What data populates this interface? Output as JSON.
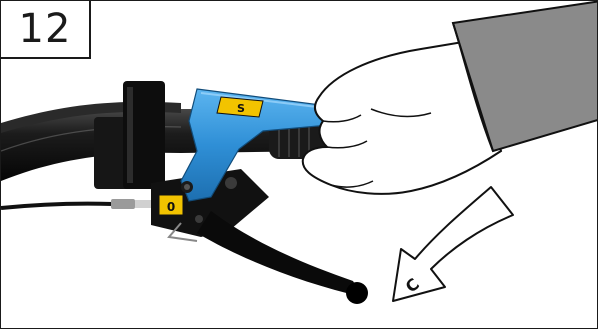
{
  "step": {
    "number": "12"
  },
  "labels": {
    "lever_sign": "S",
    "bracket_sign": "0",
    "arrow_mark": "C"
  },
  "colors": {
    "frame": "#1a1a1a",
    "lever_blue": "#2f8fd6",
    "warning_yellow": "#f2c300",
    "handlebar": "#151515",
    "sleeve_gray": "#8a8a8a",
    "glove": "#ffffff"
  },
  "icons": {
    "arrow": "curved-down-left-arrow"
  }
}
